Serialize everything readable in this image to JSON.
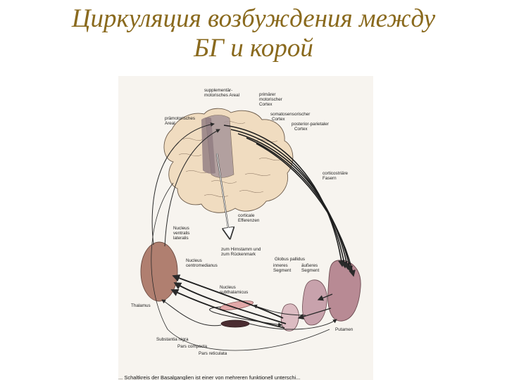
{
  "slide": {
    "title_line1": "Циркуляция возбуждения между",
    "title_line2": "БГ и корой"
  },
  "figure": {
    "labels": {
      "supplementary_1": "supplementär-",
      "supplementary_2": "motorisches Areal",
      "premotor_1": "primärer",
      "premotor_2": "motorischer",
      "premotor_3": "Cortex",
      "somatosensory_1": "somatosensorischer",
      "somatosensory_2": "Cortex",
      "posterior_parietal_1": "posterior-parietaler",
      "posterior_parietal_2": "Cortex",
      "premotor_area_1": "prämotorisches",
      "premotor_area_2": "Areal",
      "corticostriatal_1": "corticostriäre",
      "corticostriatal_2": "Fasern",
      "cortical_efferent_1": "corticale",
      "cortical_efferent_2": "Efferenzen",
      "brainstem_1": "zum Hirnstamm und",
      "brainstem_2": "zum Rückenmark",
      "nucleus_vl_1": "Nucleus",
      "nucleus_vl_2": "ventralis",
      "nucleus_vl_3": "lateralis",
      "nucleus_cm_1": "Nucleus",
      "nucleus_cm_2": "centromedianus",
      "thalamus": "Thalamus",
      "globus_pallidus_1": "Globus pallidus",
      "globus_pallidus_2": "inneres",
      "globus_pallidus_3": "Segment",
      "globus_outer_1": "äußeres",
      "globus_outer_2": "Segment",
      "subthalamic_1": "Nucleus",
      "subthalamic_2": "subthalamicus",
      "substantia_1": "Substantia nigra",
      "substantia_2": "Pars compacta",
      "substantia_3": "Pars reticulata",
      "putamen": "Putamen"
    },
    "caption": "... Schaltkreis der Basalganglien ist einer von mehreren funktionell unterschi..."
  }
}
